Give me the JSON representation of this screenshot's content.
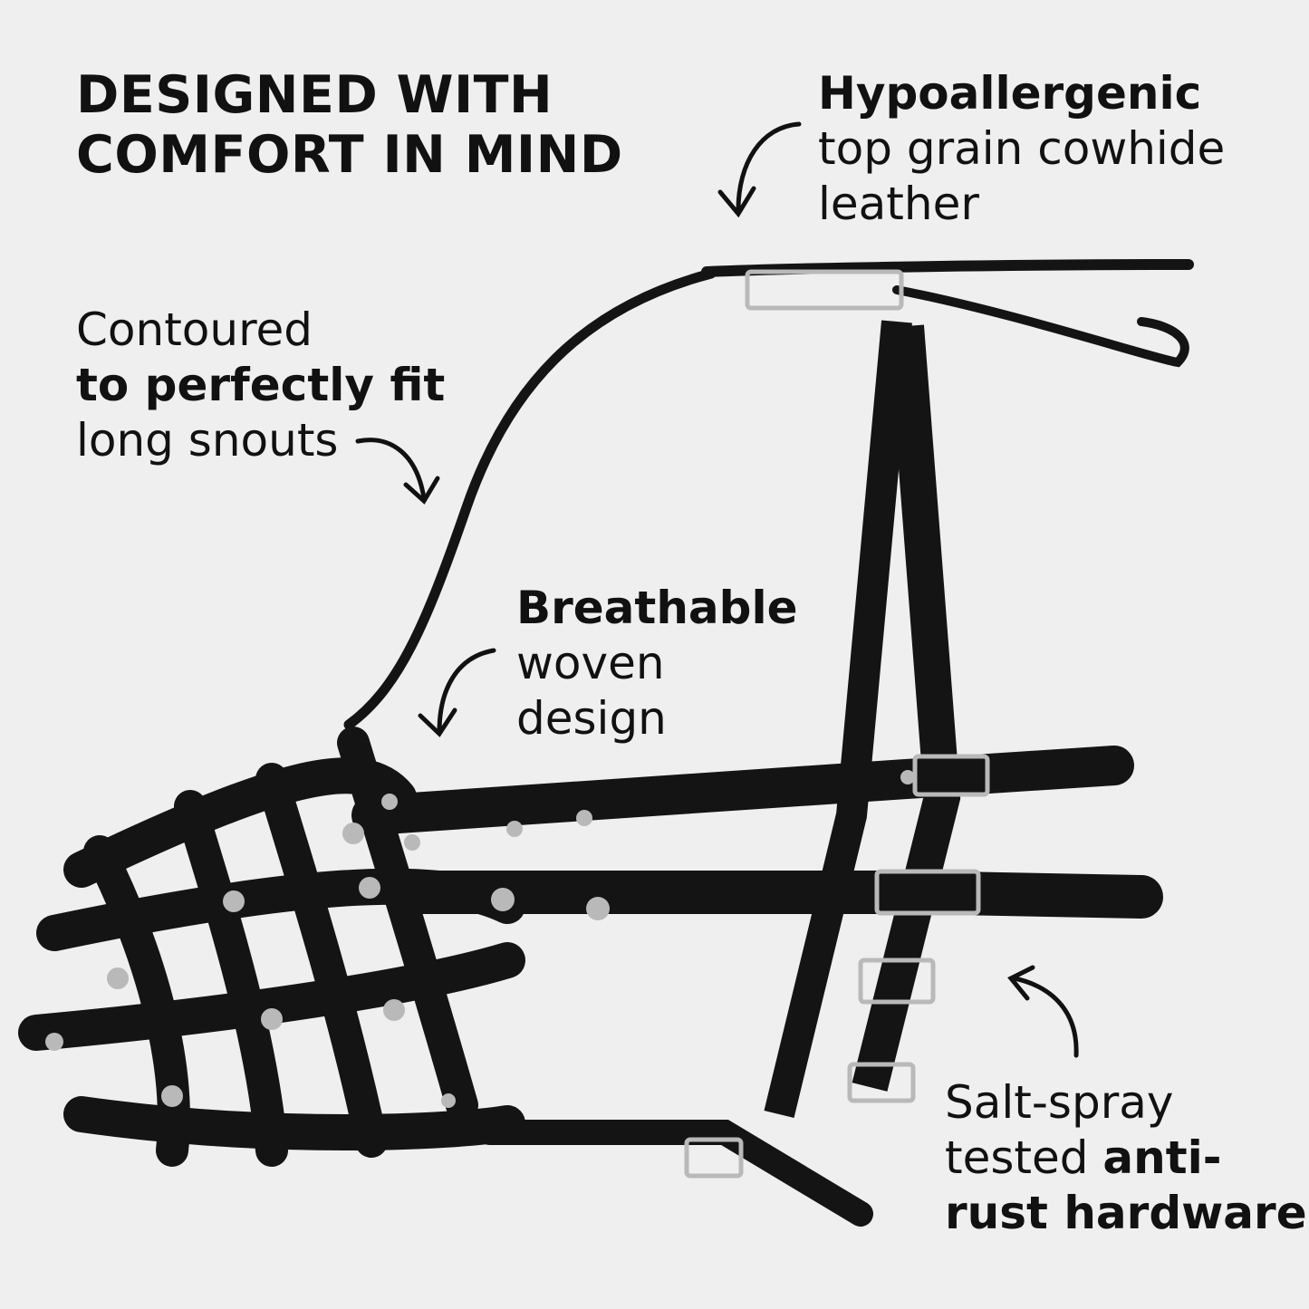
{
  "headline": {
    "line1": "DESIGNED WITH",
    "line2": "COMFORT IN MIND"
  },
  "callouts": {
    "hypoallergenic": {
      "bold": "Hypoallergenic",
      "line2": "top grain cowhide",
      "line3": "leather"
    },
    "contoured": {
      "line1": "Contoured",
      "bold": "to perfectly fit",
      "line3": "long snouts"
    },
    "breathable": {
      "bold": "Breathable",
      "line2": "woven",
      "line3": "design"
    },
    "salt_spray": {
      "line1": "Salt-spray",
      "line2_regular": "tested ",
      "line2_bold": "anti-",
      "line3_bold": "rust hardware"
    }
  },
  "colors": {
    "background": "#efefef",
    "leather": "#141414",
    "hardware": "#b9b9b9",
    "text": "#111111"
  },
  "icons": [
    "curved-arrow-icon",
    "curved-arrow-icon",
    "curved-arrow-icon",
    "curved-arrow-icon"
  ]
}
